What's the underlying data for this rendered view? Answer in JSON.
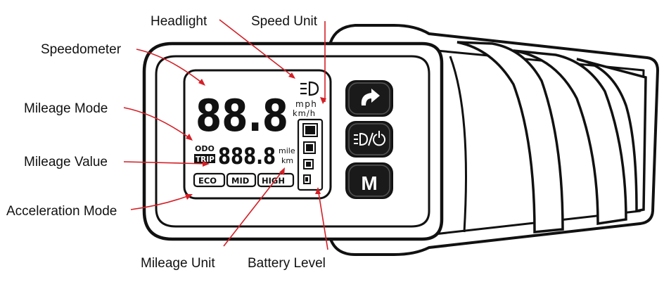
{
  "callouts": {
    "headlight": "Headlight",
    "speed_unit": "Speed Unit",
    "speedometer": "Speedometer",
    "mileage_mode": "Mileage Mode",
    "mileage_value": "Mileage Value",
    "acceleration_mode": "Acceleration Mode",
    "mileage_unit": "Mileage Unit",
    "battery_level": "Battery Level"
  },
  "lcd": {
    "speed_digits": "88.8",
    "speed_unit_mph": "mph",
    "speed_unit_kmh": "km/h",
    "odo_label": "ODO",
    "trip_label": "TRIP",
    "mileage_digits": "888.8",
    "mileage_unit_mile": "mile",
    "mileage_unit_km": "km",
    "modes": [
      "ECO",
      "MID",
      "HIGH"
    ]
  },
  "buttons": {
    "bottom_label": "M"
  },
  "colors": {
    "leader_line": "#d41f26",
    "outline": "#111111",
    "button_fill": "#1a1a1a"
  },
  "icons": {
    "headlight": "headlight-icon",
    "forward_button": "arrow-turn-icon",
    "light_power_button": "headlight-power-icon",
    "battery": "battery-icon"
  }
}
